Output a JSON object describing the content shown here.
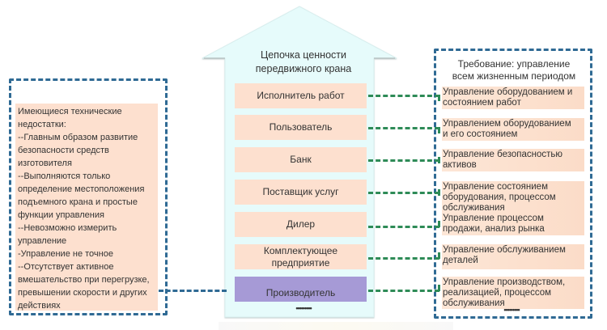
{
  "arrow": {
    "title_line1": "Цепочка ценности",
    "title_line2": "передвижного крана",
    "fill_color": "#e6fbfb",
    "items": [
      {
        "label": "Исполнитель работ"
      },
      {
        "label": "Пользователь"
      },
      {
        "label": "Банк"
      },
      {
        "label": "Поставщик услуг"
      },
      {
        "label": "Дилер"
      },
      {
        "label_line1": "Комплектующее",
        "label_line2": "предприятие"
      },
      {
        "label": "Производитель"
      }
    ],
    "more": "•••••••••"
  },
  "left_panel": {
    "lines": [
      "Имеющиеся технические",
      "недостатки:",
      "--Главным образом развитие",
      "безопасности средств",
      "изготовителя",
      "--Выполняются только",
      "определение местоположения",
      "подъемного крана и простые",
      "функции управления",
      "--Невозможно измерить",
      "управление",
      "-Управление не точное",
      "--Отсутствует активное",
      "вмешательство при перегрузке,",
      "превышении скорости и других",
      "действиях"
    ]
  },
  "right_panel": {
    "title_line1": "Требование: управление",
    "title_line2": "всем жизненным периодом",
    "items": [
      {
        "line1": "Управление оборудованием и",
        "line2": "состоянием работ"
      },
      {
        "line1": "Управлением оборудованием",
        "line2": "и его состоянием"
      },
      {
        "line1": "Управление безопасностью",
        "line2": "активов"
      },
      {
        "line1": "Управление состоянием",
        "line2": "оборудования, процессом",
        "line3": "обслуживания"
      },
      {
        "line1": "Управление процессом",
        "line2": "продажи, анализ рынка"
      },
      {
        "line1": "Управление обслуживанием",
        "line2": "деталей"
      },
      {
        "line1": "Управление производством,",
        "line2": "реализацией, процессом",
        "line3": "обслуживания"
      }
    ],
    "more": "•••••••••"
  },
  "colors": {
    "frame": "#2f6a94",
    "connector": "#2e8b57",
    "box": "#fde0cf",
    "producer": "#a69ad6"
  }
}
